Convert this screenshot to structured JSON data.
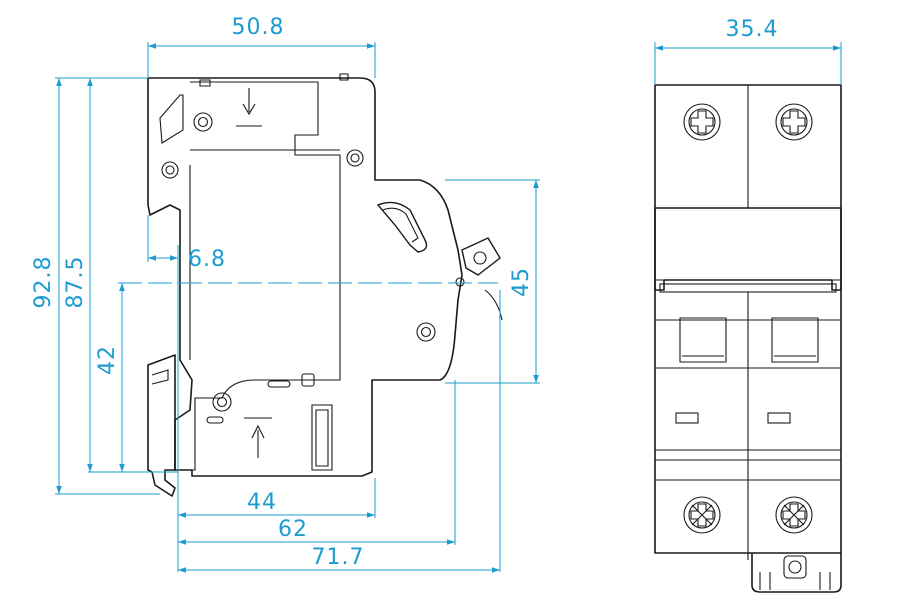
{
  "drawing": {
    "side_view": {
      "dimensions": {
        "top_width": "50.8",
        "total_height": "92.8",
        "body_height": "87.5",
        "rail_height": "42",
        "rail_offset": "6.8",
        "front_height": "45",
        "depth_44": "44",
        "depth_62": "62",
        "depth_71_7": "71.7"
      }
    },
    "front_view": {
      "dimensions": {
        "width": "35.4"
      }
    }
  },
  "colors": {
    "dimension": "#1b9ccf",
    "outline": "#1a1a1a"
  }
}
